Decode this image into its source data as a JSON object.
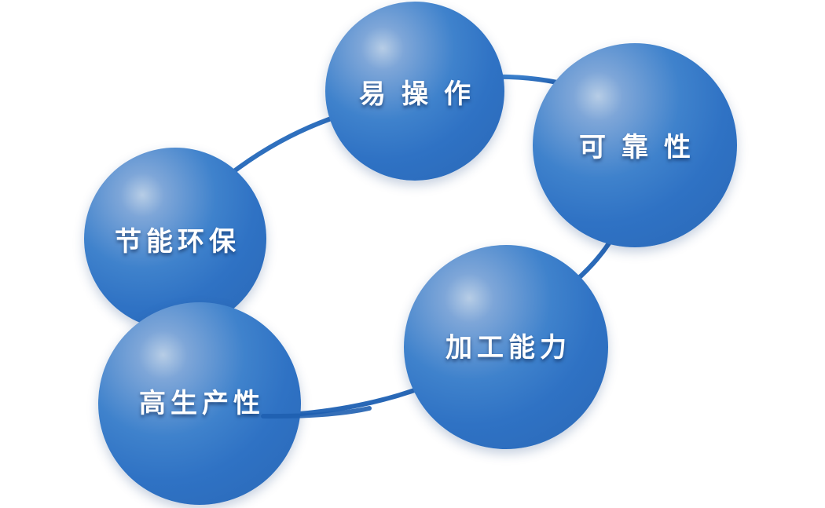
{
  "diagram": {
    "nodes": [
      {
        "id": "ease",
        "label": "易操作"
      },
      {
        "id": "reliability",
        "label": "可靠性"
      },
      {
        "id": "green",
        "label": "节能环保"
      },
      {
        "id": "machining",
        "label": "加工能力"
      },
      {
        "id": "productivity",
        "label": "高生产性"
      }
    ],
    "colors": {
      "bubble": "#2f72c4",
      "connector": "#1f5fb0",
      "label": "#ffffff"
    }
  }
}
